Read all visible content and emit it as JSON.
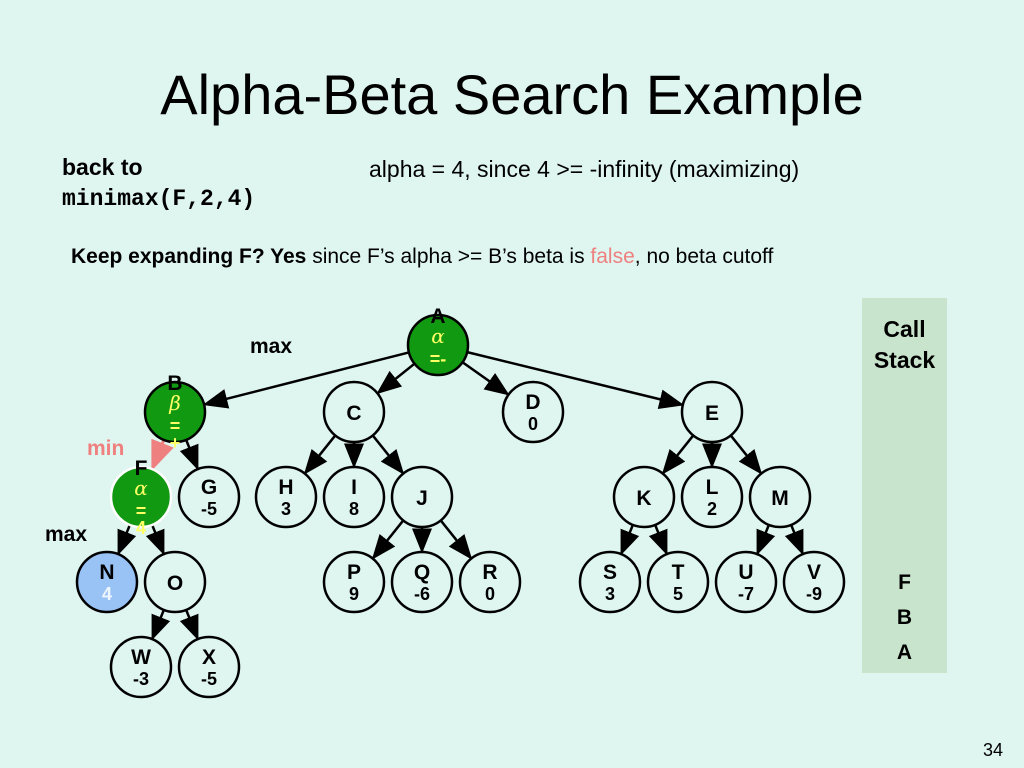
{
  "slide": {
    "title": "Alpha-Beta Search Example",
    "back_to": "back to",
    "call": "minimax(F,2,4)",
    "alpha_note": "alpha = 4, since 4 >= -infinity  (maximizing)",
    "keep_bold": "Keep expanding F? Yes",
    "keep_rest_1": " since F’s alpha >= B’s beta is ",
    "keep_false": "false",
    "keep_rest_2": ", no beta cutoff",
    "page_number": "34"
  },
  "colors": {
    "background": "#dff5ef",
    "active_node": "#119911",
    "active_text": "#ffff66",
    "leaf_highlight": "#99c2f5",
    "leaf_highlight_text": "#eef6ff",
    "false_text": "#ef8080",
    "stack_bg": "#c8e4cc"
  },
  "level_labels": {
    "max_top": "max",
    "min": "min",
    "max_bottom": "max"
  },
  "call_stack": {
    "header_1": "Call",
    "header_2": "Stack",
    "frames": [
      "F",
      "B",
      "A"
    ]
  },
  "tree": {
    "nodes": [
      {
        "id": "A",
        "value": "",
        "annot": "α",
        "annot2": "=-",
        "state": "active"
      },
      {
        "id": "B",
        "value": "",
        "annot": "β",
        "annot2": "=",
        "annot3": "+",
        "state": "active"
      },
      {
        "id": "C",
        "value": "",
        "state": "normal"
      },
      {
        "id": "D",
        "value": "0",
        "state": "normal"
      },
      {
        "id": "E",
        "value": "",
        "state": "normal"
      },
      {
        "id": "F",
        "value": "",
        "annot": "α",
        "annot2": "=",
        "annot3": "4",
        "state": "current"
      },
      {
        "id": "G",
        "value": "-5",
        "state": "normal"
      },
      {
        "id": "H",
        "value": "3",
        "state": "normal"
      },
      {
        "id": "I",
        "value": "8",
        "state": "normal"
      },
      {
        "id": "J",
        "value": "",
        "state": "normal"
      },
      {
        "id": "K",
        "value": "",
        "state": "normal"
      },
      {
        "id": "L",
        "value": "2",
        "state": "normal"
      },
      {
        "id": "M",
        "value": "",
        "state": "normal"
      },
      {
        "id": "N",
        "value": "4",
        "state": "visited"
      },
      {
        "id": "O",
        "value": "",
        "state": "normal"
      },
      {
        "id": "P",
        "value": "9",
        "state": "normal"
      },
      {
        "id": "Q",
        "value": "-6",
        "state": "normal"
      },
      {
        "id": "R",
        "value": "0",
        "state": "normal"
      },
      {
        "id": "S",
        "value": "3",
        "state": "normal"
      },
      {
        "id": "T",
        "value": "5",
        "state": "normal"
      },
      {
        "id": "U",
        "value": "-7",
        "state": "normal"
      },
      {
        "id": "V",
        "value": "-9",
        "state": "normal"
      },
      {
        "id": "W",
        "value": "-3",
        "state": "normal"
      },
      {
        "id": "X",
        "value": "-5",
        "state": "normal"
      }
    ],
    "edges": [
      [
        "A",
        "B"
      ],
      [
        "A",
        "C"
      ],
      [
        "A",
        "D"
      ],
      [
        "A",
        "E"
      ],
      [
        "B",
        "F"
      ],
      [
        "B",
        "G"
      ],
      [
        "C",
        "H"
      ],
      [
        "C",
        "I"
      ],
      [
        "C",
        "J"
      ],
      [
        "E",
        "K"
      ],
      [
        "E",
        "L"
      ],
      [
        "E",
        "M"
      ],
      [
        "F",
        "N"
      ],
      [
        "F",
        "O"
      ],
      [
        "J",
        "P"
      ],
      [
        "J",
        "Q"
      ],
      [
        "J",
        "R"
      ],
      [
        "K",
        "S"
      ],
      [
        "K",
        "T"
      ],
      [
        "M",
        "U"
      ],
      [
        "M",
        "V"
      ],
      [
        "O",
        "W"
      ],
      [
        "O",
        "X"
      ]
    ],
    "active_edge": [
      "B",
      "F"
    ]
  }
}
